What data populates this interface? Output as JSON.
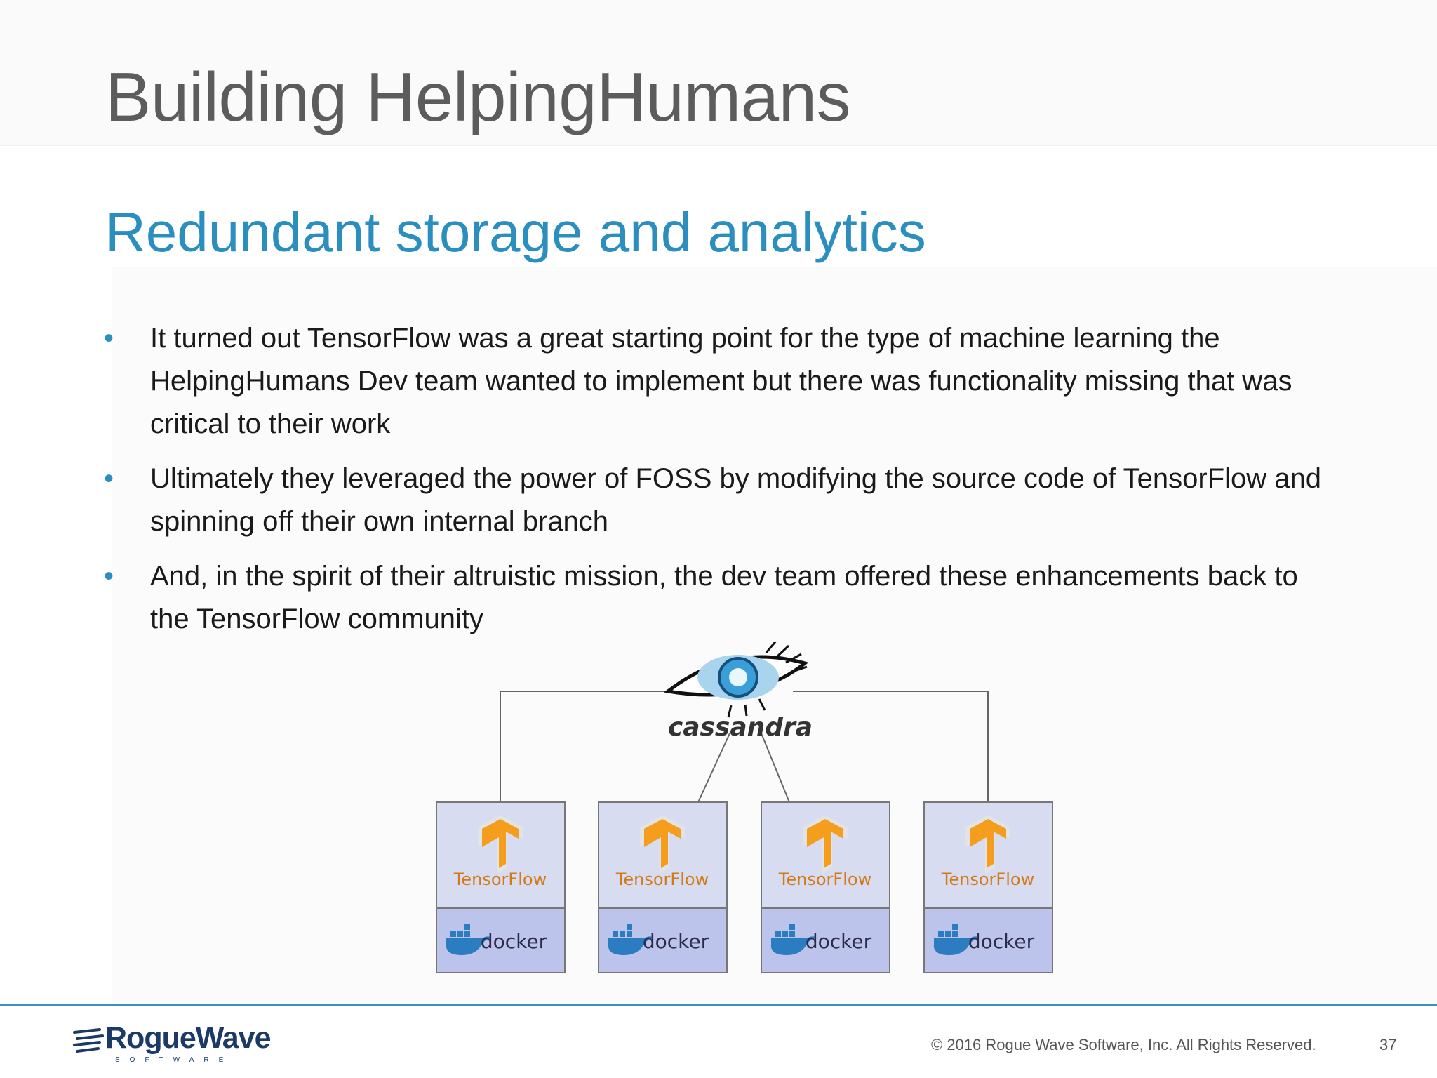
{
  "slide": {
    "title": "Building HelpingHumans",
    "subtitle": "Redundant storage and analytics",
    "bullets": [
      "It turned out TensorFlow was a great starting point for the type of machine learning the HelpingHumans Dev team wanted to implement but there was functionality missing that was critical to their work",
      "Ultimately they leveraged the power of FOSS by modifying the source code of TensorFlow and spinning off their own internal branch",
      "And, in the spirit of their altruistic mission, the dev team offered these enhancements back to the TensorFlow community"
    ],
    "bullet_marker": "•"
  },
  "diagram": {
    "hub_label": "cassandra",
    "hub_icon": "eye-icon",
    "nodes": [
      {
        "top_label": "TensorFlow",
        "bottom_label": "docker"
      },
      {
        "top_label": "TensorFlow",
        "bottom_label": "docker"
      },
      {
        "top_label": "TensorFlow",
        "bottom_label": "docker"
      },
      {
        "top_label": "TensorFlow",
        "bottom_label": "docker"
      }
    ],
    "colors": {
      "tf_box": "#d8dcf0",
      "docker_box": "#bcc4ec",
      "tf_orange": "#f59e1e",
      "docker_blue": "#2b7cc1"
    }
  },
  "footer": {
    "logo": "RogueWave",
    "logo_sub": "SOFTWARE",
    "copyright": "© 2016 Rogue Wave Software, Inc. All Rights Reserved.",
    "page_number": "37"
  },
  "colors": {
    "accent": "#2a8fbf",
    "title": "#5c5c5c"
  }
}
